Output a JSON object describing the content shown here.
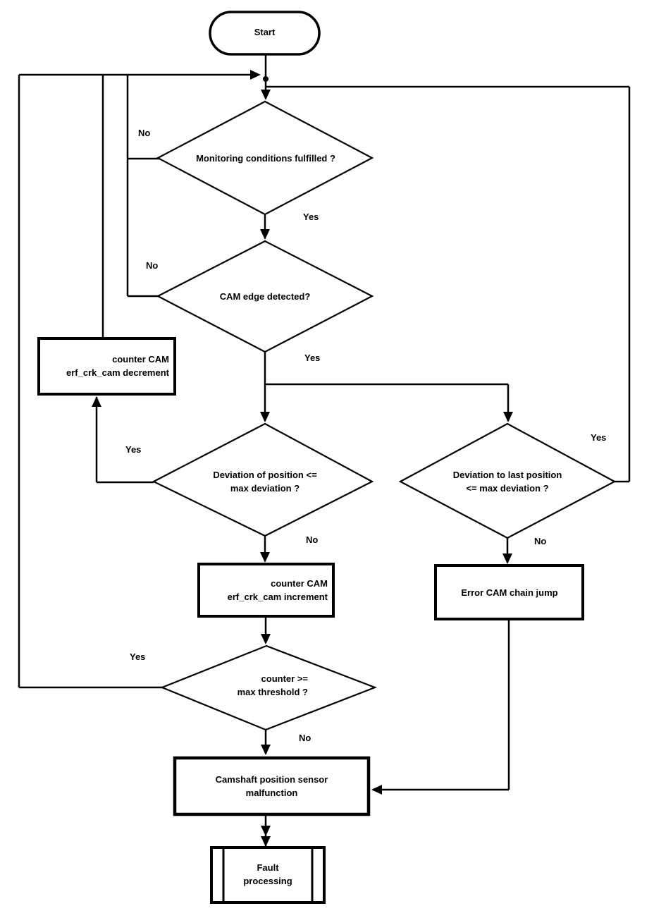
{
  "diagram": {
    "type": "flowchart",
    "colors": {
      "line": "#000000",
      "text": "#000000",
      "background": "#ffffff"
    },
    "nodes": {
      "start": {
        "label": "Start"
      },
      "monitoring": {
        "label": "Monitoring conditions fulfilled ?"
      },
      "cam_edge": {
        "label": "CAM edge detected?"
      },
      "counter_decrement": {
        "lines": [
          "counter CAM",
          "erf_crk_cam decrement"
        ]
      },
      "deviation_position": {
        "lines": [
          "Deviation of position <=",
          "max deviation ?"
        ]
      },
      "deviation_last": {
        "lines": [
          "Deviation to last position",
          "<= max deviation ?"
        ]
      },
      "counter_increment": {
        "lines": [
          "counter CAM",
          "erf_crk_cam increment"
        ]
      },
      "error_cam_chain": {
        "label": "Error CAM chain jump"
      },
      "counter_threshold": {
        "lines": [
          "counter >=",
          "max threshold ?"
        ]
      },
      "malfunction": {
        "lines": [
          "Camshaft position sensor",
          "malfunction"
        ]
      },
      "fault": {
        "lines": [
          "Fault",
          "processing"
        ]
      }
    },
    "edge_labels": {
      "monitoring_no": "No",
      "monitoring_yes": "Yes",
      "cam_edge_no": "No",
      "cam_edge_yes": "Yes",
      "deviation_position_yes": "Yes",
      "deviation_position_no": "No",
      "deviation_last_yes": "Yes",
      "deviation_last_no": "No",
      "counter_threshold_yes": "Yes",
      "counter_threshold_no": "No"
    }
  }
}
